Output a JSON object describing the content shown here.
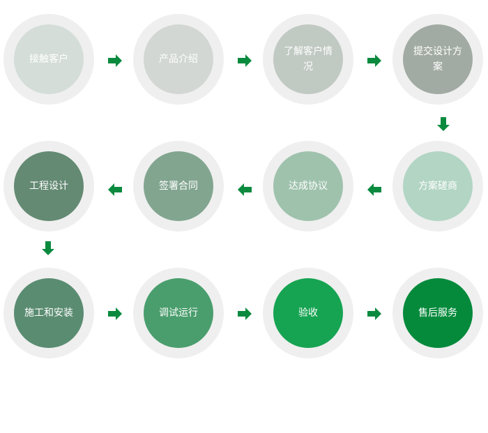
{
  "steps": [
    {
      "label": "接触客户",
      "color": "#d4ddd8"
    },
    {
      "label": "产品介绍",
      "color": "#d2d7d3"
    },
    {
      "label": "了解客户情况",
      "color": "#c1c9c3"
    },
    {
      "label": "提交设计方案",
      "color": "#a2aba3"
    },
    {
      "label": "方案磋商",
      "color": "#b2d5c4"
    },
    {
      "label": "达成协议",
      "color": "#9fc2ad"
    },
    {
      "label": "签署合同",
      "color": "#82a590"
    },
    {
      "label": "工程设计",
      "color": "#648a73"
    },
    {
      "label": "施工和安装",
      "color": "#5a8c71"
    },
    {
      "label": "调试运行",
      "color": "#4a9e6d"
    },
    {
      "label": "验收",
      "color": "#16a452"
    },
    {
      "label": "售后服务",
      "color": "#058a3c"
    }
  ],
  "arrows": [
    {
      "direction": "right",
      "icon": "arrow-right-icon"
    },
    {
      "direction": "right",
      "icon": "arrow-right-icon"
    },
    {
      "direction": "right",
      "icon": "arrow-right-icon"
    },
    {
      "direction": "down",
      "icon": "arrow-down-icon"
    },
    {
      "direction": "left",
      "icon": "arrow-left-icon"
    },
    {
      "direction": "left",
      "icon": "arrow-left-icon"
    },
    {
      "direction": "left",
      "icon": "arrow-left-icon"
    },
    {
      "direction": "down",
      "icon": "arrow-down-icon"
    },
    {
      "direction": "right",
      "icon": "arrow-right-icon"
    },
    {
      "direction": "right",
      "icon": "arrow-right-icon"
    },
    {
      "direction": "right",
      "icon": "arrow-right-icon"
    }
  ],
  "colors": {
    "ring": "#efefef",
    "arrow": "#0a8a3e",
    "label_text": "#ffffff"
  }
}
